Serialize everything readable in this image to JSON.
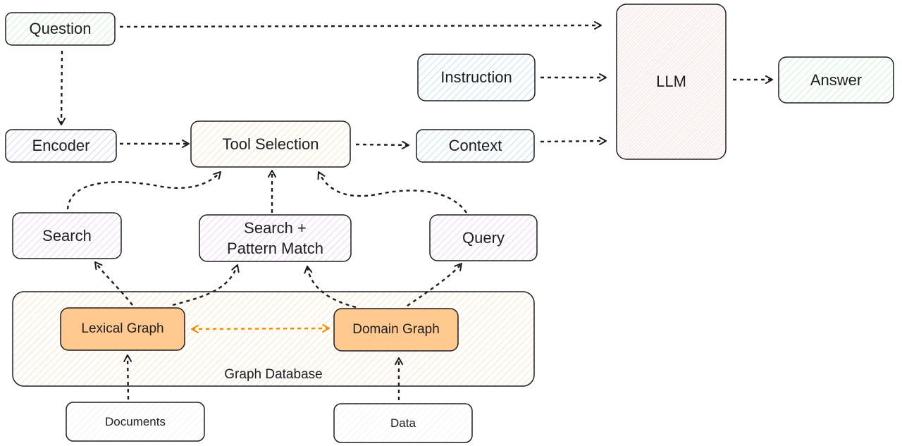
{
  "nodes": {
    "question": "Question",
    "encoder": "Encoder",
    "tool_selection": "Tool Selection",
    "context": "Context",
    "instruction": "Instruction",
    "llm": "LLM",
    "answer": "Answer",
    "search": "Search",
    "search_pattern_line1": "Search +",
    "search_pattern_line2": "Pattern Match",
    "query": "Query",
    "graph_database": "Graph Database",
    "lexical_graph": "Lexical Graph",
    "domain_graph": "Domain Graph",
    "documents": "Documents",
    "data": "Data"
  },
  "colors": {
    "stroke": "#1e1e1e",
    "green_hatch": "#b2f2bb",
    "purple_hatch": "#d0bfff",
    "orange_hatch": "#ffd8a8",
    "blue_hatch": "#a5d8ff",
    "red_hatch": "#ffc9c9",
    "pink_hatch": "#eebefa",
    "graph_fill": "#ffc98f",
    "highlight_arrow": "#f08c00"
  }
}
